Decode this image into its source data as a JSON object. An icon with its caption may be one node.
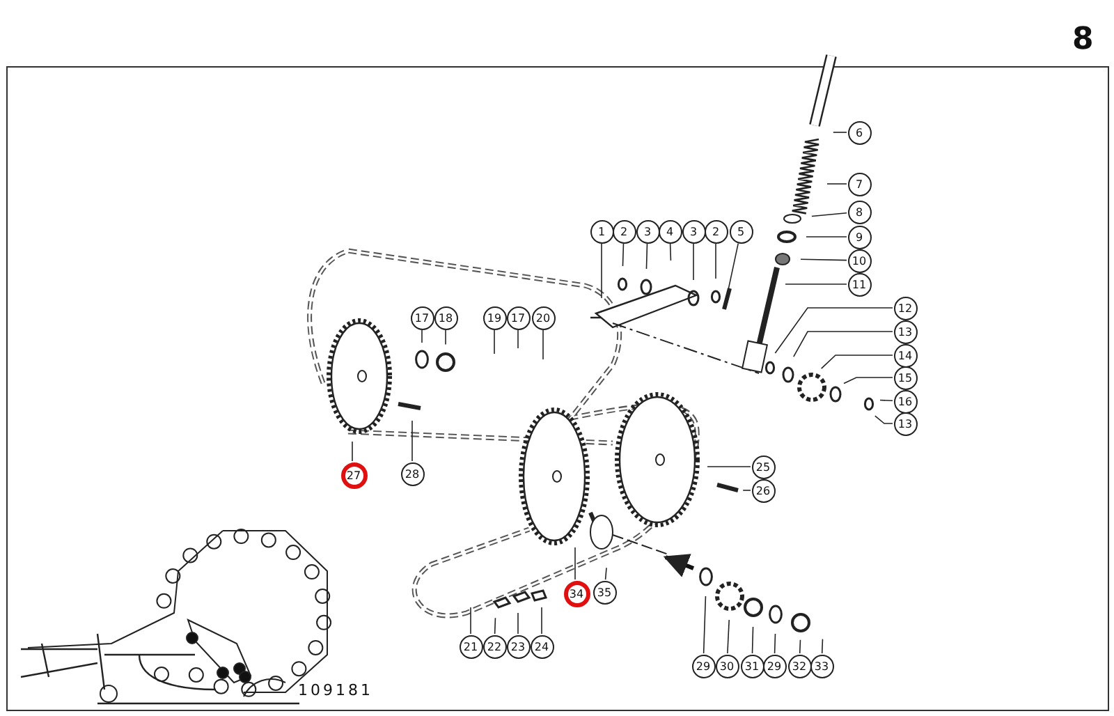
{
  "diagram": {
    "nodes": [
      {
        "text": [
          "6"
        ]
      },
      {
        "text": [
          "7"
        ]
      },
      {
        "text": [
          "8"
        ]
      },
      {
        "text": [
          "1"
        ]
      },
      {
        "text": [
          "2"
        ]
      },
      {
        "text": [
          "3"
        ]
      },
      {
        "text": [
          "4"
        ]
      },
      {
        "text": [
          "3"
        ]
      },
      {
        "text": [
          "2"
        ]
      },
      {
        "text": [
          "5"
        ]
      },
      {
        "text": [
          "9"
        ]
      },
      {
        "text": [
          "10"
        ]
      },
      {
        "text": [
          "11"
        ]
      },
      {
        "text": [
          "12"
        ]
      },
      {
        "text": [
          "17"
        ]
      },
      {
        "text": [
          "18"
        ]
      },
      {
        "text": [
          "19"
        ]
      },
      {
        "text": [
          "17"
        ]
      },
      {
        "text": [
          "20"
        ]
      },
      {
        "text": [
          "13"
        ]
      },
      {
        "text": [
          "14"
        ]
      },
      {
        "text": [
          "15"
        ]
      },
      {
        "text": [
          "16"
        ]
      },
      {
        "text": [
          "13"
        ]
      },
      {
        "text": [
          "25"
        ]
      },
      {
        "text": [
          "27"
        ]
      },
      {
        "text": [
          "28"
        ]
      },
      {
        "text": [
          "26"
        ]
      },
      {
        "text": [
          "34"
        ]
      },
      {
        "text": [
          "35"
        ]
      },
      {
        "text": [
          "21"
        ]
      },
      {
        "text": [
          "22"
        ]
      },
      {
        "text": [
          "23"
        ]
      },
      {
        "text": [
          "24"
        ]
      },
      {
        "text": [
          "29"
        ]
      },
      {
        "text": [
          "30"
        ]
      },
      {
        "text": [
          "31"
        ]
      },
      {
        "text": [
          "29"
        ]
      },
      {
        "text": [
          "32"
        ]
      },
      {
        "text": [
          "33"
        ]
      }
    ],
    "edges": [
      {
        "from": 0,
        "to": null,
        "arrow": "none"
      },
      {
        "from": 1,
        "to": null,
        "arrow": "none"
      },
      {
        "from": 2,
        "to": null,
        "arrow": "none"
      },
      {
        "from": 3,
        "to": null,
        "arrow": "none"
      },
      {
        "from": 4,
        "to": null,
        "arrow": "none"
      },
      {
        "from": 5,
        "to": null,
        "arrow": "none"
      },
      {
        "from": 6,
        "to": null,
        "arrow": "none"
      },
      {
        "from": 7,
        "to": null,
        "arrow": "none"
      },
      {
        "from": 8,
        "to": null,
        "arrow": "none"
      },
      {
        "from": 9,
        "to": null,
        "arrow": "none"
      },
      {
        "from": 10,
        "to": null,
        "arrow": "none"
      },
      {
        "from": 11,
        "to": null,
        "arrow": "none"
      },
      {
        "from": 12,
        "to": null,
        "arrow": "none"
      },
      {
        "from": 13,
        "to": null,
        "arrow": "none"
      },
      {
        "from": 14,
        "to": null,
        "arrow": "none"
      },
      {
        "from": 15,
        "to": null,
        "arrow": "none"
      },
      {
        "from": 16,
        "to": null,
        "arrow": "none"
      },
      {
        "from": 17,
        "to": null,
        "arrow": "none"
      },
      {
        "from": 18,
        "to": null,
        "arrow": "none"
      },
      {
        "from": 19,
        "to": null,
        "arrow": "none"
      },
      {
        "from": 20,
        "to": null,
        "arrow": "none"
      },
      {
        "from": 21,
        "to": null,
        "arrow": "none"
      },
      {
        "from": 22,
        "to": null,
        "arrow": "none"
      },
      {
        "from": 23,
        "to": null,
        "arrow": "none"
      },
      {
        "from": 24,
        "to": null,
        "arrow": "none"
      },
      {
        "from": 25,
        "to": null,
        "arrow": "none"
      },
      {
        "from": 26,
        "to": null,
        "arrow": "none"
      },
      {
        "from": 27,
        "to": null,
        "arrow": "none"
      },
      {
        "from": 28,
        "to": null,
        "arrow": "none"
      },
      {
        "from": 29,
        "to": null,
        "arrow": "none"
      },
      {
        "from": 30,
        "to": null,
        "arrow": "none"
      },
      {
        "from": 31,
        "to": null,
        "arrow": "none"
      },
      {
        "from": 32,
        "to": null,
        "arrow": "none"
      },
      {
        "from": 33,
        "to": null,
        "arrow": "none"
      },
      {
        "from": 34,
        "to": null,
        "arrow": "none"
      },
      {
        "from": 35,
        "to": null,
        "arrow": "none"
      },
      {
        "from": 36,
        "to": null,
        "arrow": "none"
      },
      {
        "from": 37,
        "to": null,
        "arrow": "none"
      },
      {
        "from": 38,
        "to": null,
        "arrow": "none"
      },
      {
        "from": 39,
        "to": null,
        "arrow": "none"
      }
    ],
    "labels": [
      "8",
      "109181"
    ]
  }
}
